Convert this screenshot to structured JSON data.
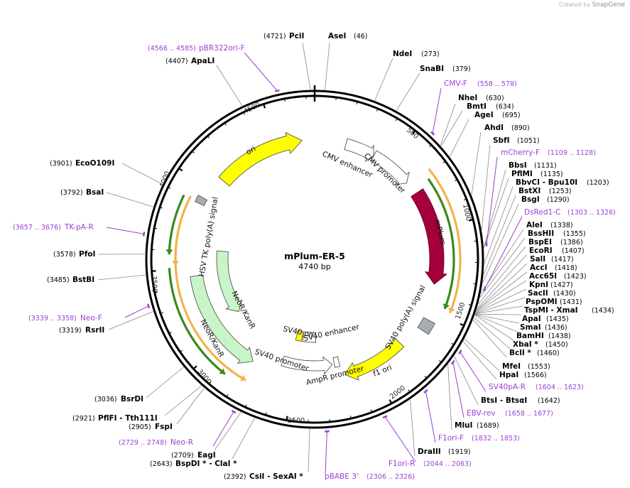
{
  "credit": {
    "prefix": "Created by",
    "brand": "SnapGene"
  },
  "plasmid": {
    "name": "mPlum-ER-5",
    "length_label": "4740 bp",
    "length": 4740
  },
  "ticks": [
    "500",
    "1000",
    "1500",
    "2000",
    "2500",
    "3000",
    "3500",
    "4000",
    "4500"
  ],
  "features": [
    {
      "id": "cmv-enhancer",
      "label": "CMV enhancer",
      "start": 0,
      "end": 380,
      "strand": 1,
      "color": "#ffffff"
    },
    {
      "id": "cmv-promoter",
      "label": "CMV promoter",
      "start": 381,
      "end": 583,
      "strand": 1,
      "color": "#ffffff"
    },
    {
      "id": "mplum",
      "label": "mPlum",
      "start": 670,
      "end": 1380,
      "strand": 1,
      "color": "#a3003c"
    },
    {
      "id": "sv40-polya",
      "label": "SV40 poly(A) signal",
      "start": 1580,
      "end": 1700,
      "strand": 0,
      "color": "#a8adb5"
    },
    {
      "id": "f1-ori",
      "label": "f1 ori",
      "start": 1770,
      "end": 2226,
      "strand": -1,
      "color": "#ffff00"
    },
    {
      "id": "ampr-promoter",
      "label": "AmpR promoter",
      "start": 2230,
      "end": 2335,
      "strand": -1,
      "color": "#ffffff"
    },
    {
      "id": "sv40-promoter",
      "label": "SV40 promoter",
      "start": 2340,
      "end": 2700,
      "strand": -1,
      "color": "#ffffff"
    },
    {
      "id": "sv40-enhancer",
      "label": "SV40 enhancer",
      "start": 2410,
      "end": 2560,
      "strand": 0,
      "color": "#ffffff"
    },
    {
      "id": "sv40-ori",
      "label": "SV40 ori",
      "start": 2560,
      "end": 2660,
      "strand": 0,
      "color": "#ffff00"
    },
    {
      "id": "neor-kanr",
      "label": "NeoR/KanR",
      "start": 2760,
      "end": 3550,
      "strand": -1,
      "color": "#c8f5c8"
    },
    {
      "id": "hsv-tk-polya",
      "label": "HSV TK poly(A) signal",
      "start": 3910,
      "end": 3970,
      "strand": 0,
      "color": "#a8adb5"
    },
    {
      "id": "ori",
      "label": "ori",
      "start": 4040,
      "end": 4640,
      "strand": 1,
      "color": "#ffff00"
    }
  ],
  "sites": [
    {
      "name": "PciI",
      "pos": "(4721)"
    },
    {
      "name": "AseI",
      "pos": "(46)"
    },
    {
      "name": "NdeI",
      "pos": "(273)"
    },
    {
      "name": "SnaBI",
      "pos": "(379)"
    },
    {
      "name": "NheI",
      "pos": "(630)"
    },
    {
      "name": "BmtI",
      "pos": "(634)"
    },
    {
      "name": "AgeI",
      "pos": "(695)"
    },
    {
      "name": "AhdI",
      "pos": "(890)"
    },
    {
      "name": "SbfI",
      "pos": "(1051)"
    },
    {
      "name": "BbsI",
      "pos": "(1131)"
    },
    {
      "name": "PflMI",
      "pos": "(1135)"
    },
    {
      "name": "BbvCI - Bpu10I",
      "pos": "(1203)"
    },
    {
      "name": "BstXI",
      "pos": "(1253)"
    },
    {
      "name": "BsgI",
      "pos": "(1290)"
    },
    {
      "name": "AleI",
      "pos": "(1338)"
    },
    {
      "name": "BssHII",
      "pos": "(1355)"
    },
    {
      "name": "BspEI",
      "pos": "(1386)"
    },
    {
      "name": "EcoRI",
      "pos": "(1407)"
    },
    {
      "name": "SalI",
      "pos": "(1417)"
    },
    {
      "name": "AccI",
      "pos": "(1418)"
    },
    {
      "name": "Acc65I",
      "pos": "(1423)"
    },
    {
      "name": "KpnI",
      "pos": "(1427)"
    },
    {
      "name": "SacII",
      "pos": "(1430)"
    },
    {
      "name": "PspOMI",
      "pos": "(1431)"
    },
    {
      "name": "TspMI - XmaI",
      "pos": "(1434)"
    },
    {
      "name": "ApaI",
      "pos": "(1435)"
    },
    {
      "name": "SmaI",
      "pos": "(1436)"
    },
    {
      "name": "BamHI",
      "pos": "(1438)"
    },
    {
      "name": "XbaI *",
      "pos": "(1450)"
    },
    {
      "name": "BclI *",
      "pos": "(1460)"
    },
    {
      "name": "MfeI",
      "pos": "(1553)"
    },
    {
      "name": "HpaI",
      "pos": "(1566)"
    },
    {
      "name": "BtsI - BtsαI",
      "pos": "(1642)"
    },
    {
      "name": "MluI",
      "pos": "(1689)"
    },
    {
      "name": "DraIII",
      "pos": "(1919)"
    },
    {
      "name": "CsiI - SexAI *",
      "pos": "(2392)"
    },
    {
      "name": "BspDI * - ClaI *",
      "pos": "(2643)"
    },
    {
      "name": "EagI",
      "pos": "(2709)"
    },
    {
      "name": "FspI",
      "pos": "(2905)"
    },
    {
      "name": "PflFI - Tth111I",
      "pos": "(2921)"
    },
    {
      "name": "BsrDI",
      "pos": "(3036)"
    },
    {
      "name": "RsrII",
      "pos": "(3319)"
    },
    {
      "name": "BstBI",
      "pos": "(3485)"
    },
    {
      "name": "PfoI",
      "pos": "(3578)"
    },
    {
      "name": "BsaI",
      "pos": "(3792)"
    },
    {
      "name": "EcoO109I",
      "pos": "(3901)"
    },
    {
      "name": "ApaLI",
      "pos": "(4407)"
    }
  ],
  "primers": [
    {
      "name": "pBR322ori-F",
      "pos": "(4566 .. 4585)"
    },
    {
      "name": "CMV-F",
      "pos": "(558 .. 578)"
    },
    {
      "name": "mCherry-F",
      "pos": "(1109 .. 1128)"
    },
    {
      "name": "DsRed1-C",
      "pos": "(1303 .. 1326)"
    },
    {
      "name": "SV40pA-R",
      "pos": "(1604 .. 1623)"
    },
    {
      "name": "EBV-rev",
      "pos": "(1658 .. 1677)"
    },
    {
      "name": "F1ori-F",
      "pos": "(1832 .. 1853)"
    },
    {
      "name": "F1ori-R",
      "pos": "(2044 .. 2063)"
    },
    {
      "name": "pBABE 3'",
      "pos": "(2306 .. 2326)"
    },
    {
      "name": "Neo-R",
      "pos": "(2729 .. 2748)"
    },
    {
      "name": "Neo-F",
      "pos": "(3339 .. 3358)"
    },
    {
      "name": "TK-pA-R",
      "pos": "(3657 .. 3676)"
    }
  ]
}
